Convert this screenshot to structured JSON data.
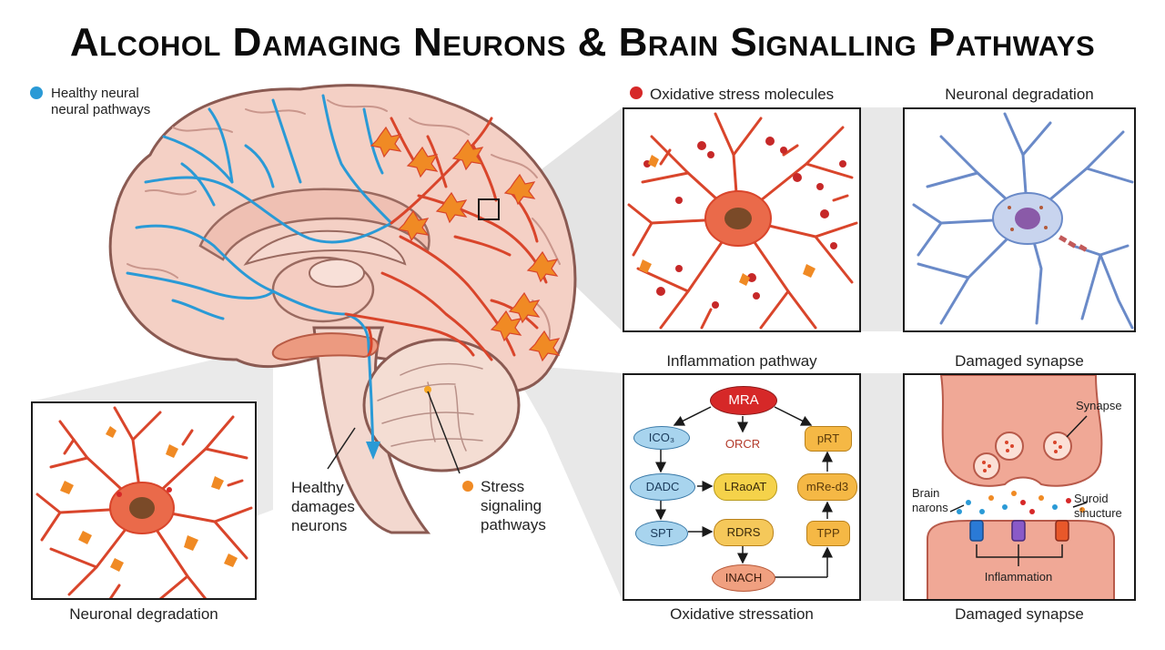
{
  "title": "Alcohol Damaging Neurons & Brain Signalling Pathways",
  "colors": {
    "healthy": "#2a9ad6",
    "stress": "#f08a24",
    "oxidative": "#d62828",
    "neuron_red": "#d9452b",
    "brain_pink": "#f3cbc0",
    "degraded_blue": "#7090c8"
  },
  "legend": {
    "healthy_line1": "Healthy neural",
    "healthy_line2": "neural pathways",
    "oxidative": "Oxidative stress molecules"
  },
  "brain": {
    "healthy_l1": "Healthy",
    "healthy_l2": "damages",
    "healthy_l3": "neurons",
    "stress_l1": "Stress",
    "stress_l2": "signaling",
    "stress_l3": "pathways"
  },
  "panels": {
    "bottom_left_caption": "Neuronal degradation",
    "top_right_title": "Neuronal degradation",
    "inflammation_title": "Inflammation pathway",
    "inflammation_caption": "Oxidative stressation",
    "synapse_title": "Damaged synapse",
    "synapse_caption": "Damaged synapse"
  },
  "flow": {
    "top": "MRA",
    "ico": "ICO₃",
    "orcr": "ORCR",
    "prt": "pRT",
    "dadc": "DADC",
    "lraoat": "LRaoAT",
    "mred": "mRe-d3",
    "spt": "SPT",
    "rdrs": "RDRS",
    "tpp": "TPP",
    "inach": "INACH"
  },
  "synapse": {
    "synapse": "Synapse",
    "brain_l1": "Brain",
    "brain_l2": "narons",
    "suroid_l1": "Suroid",
    "suroid_l2": "sinucture",
    "inflammation": "Inflammation"
  }
}
